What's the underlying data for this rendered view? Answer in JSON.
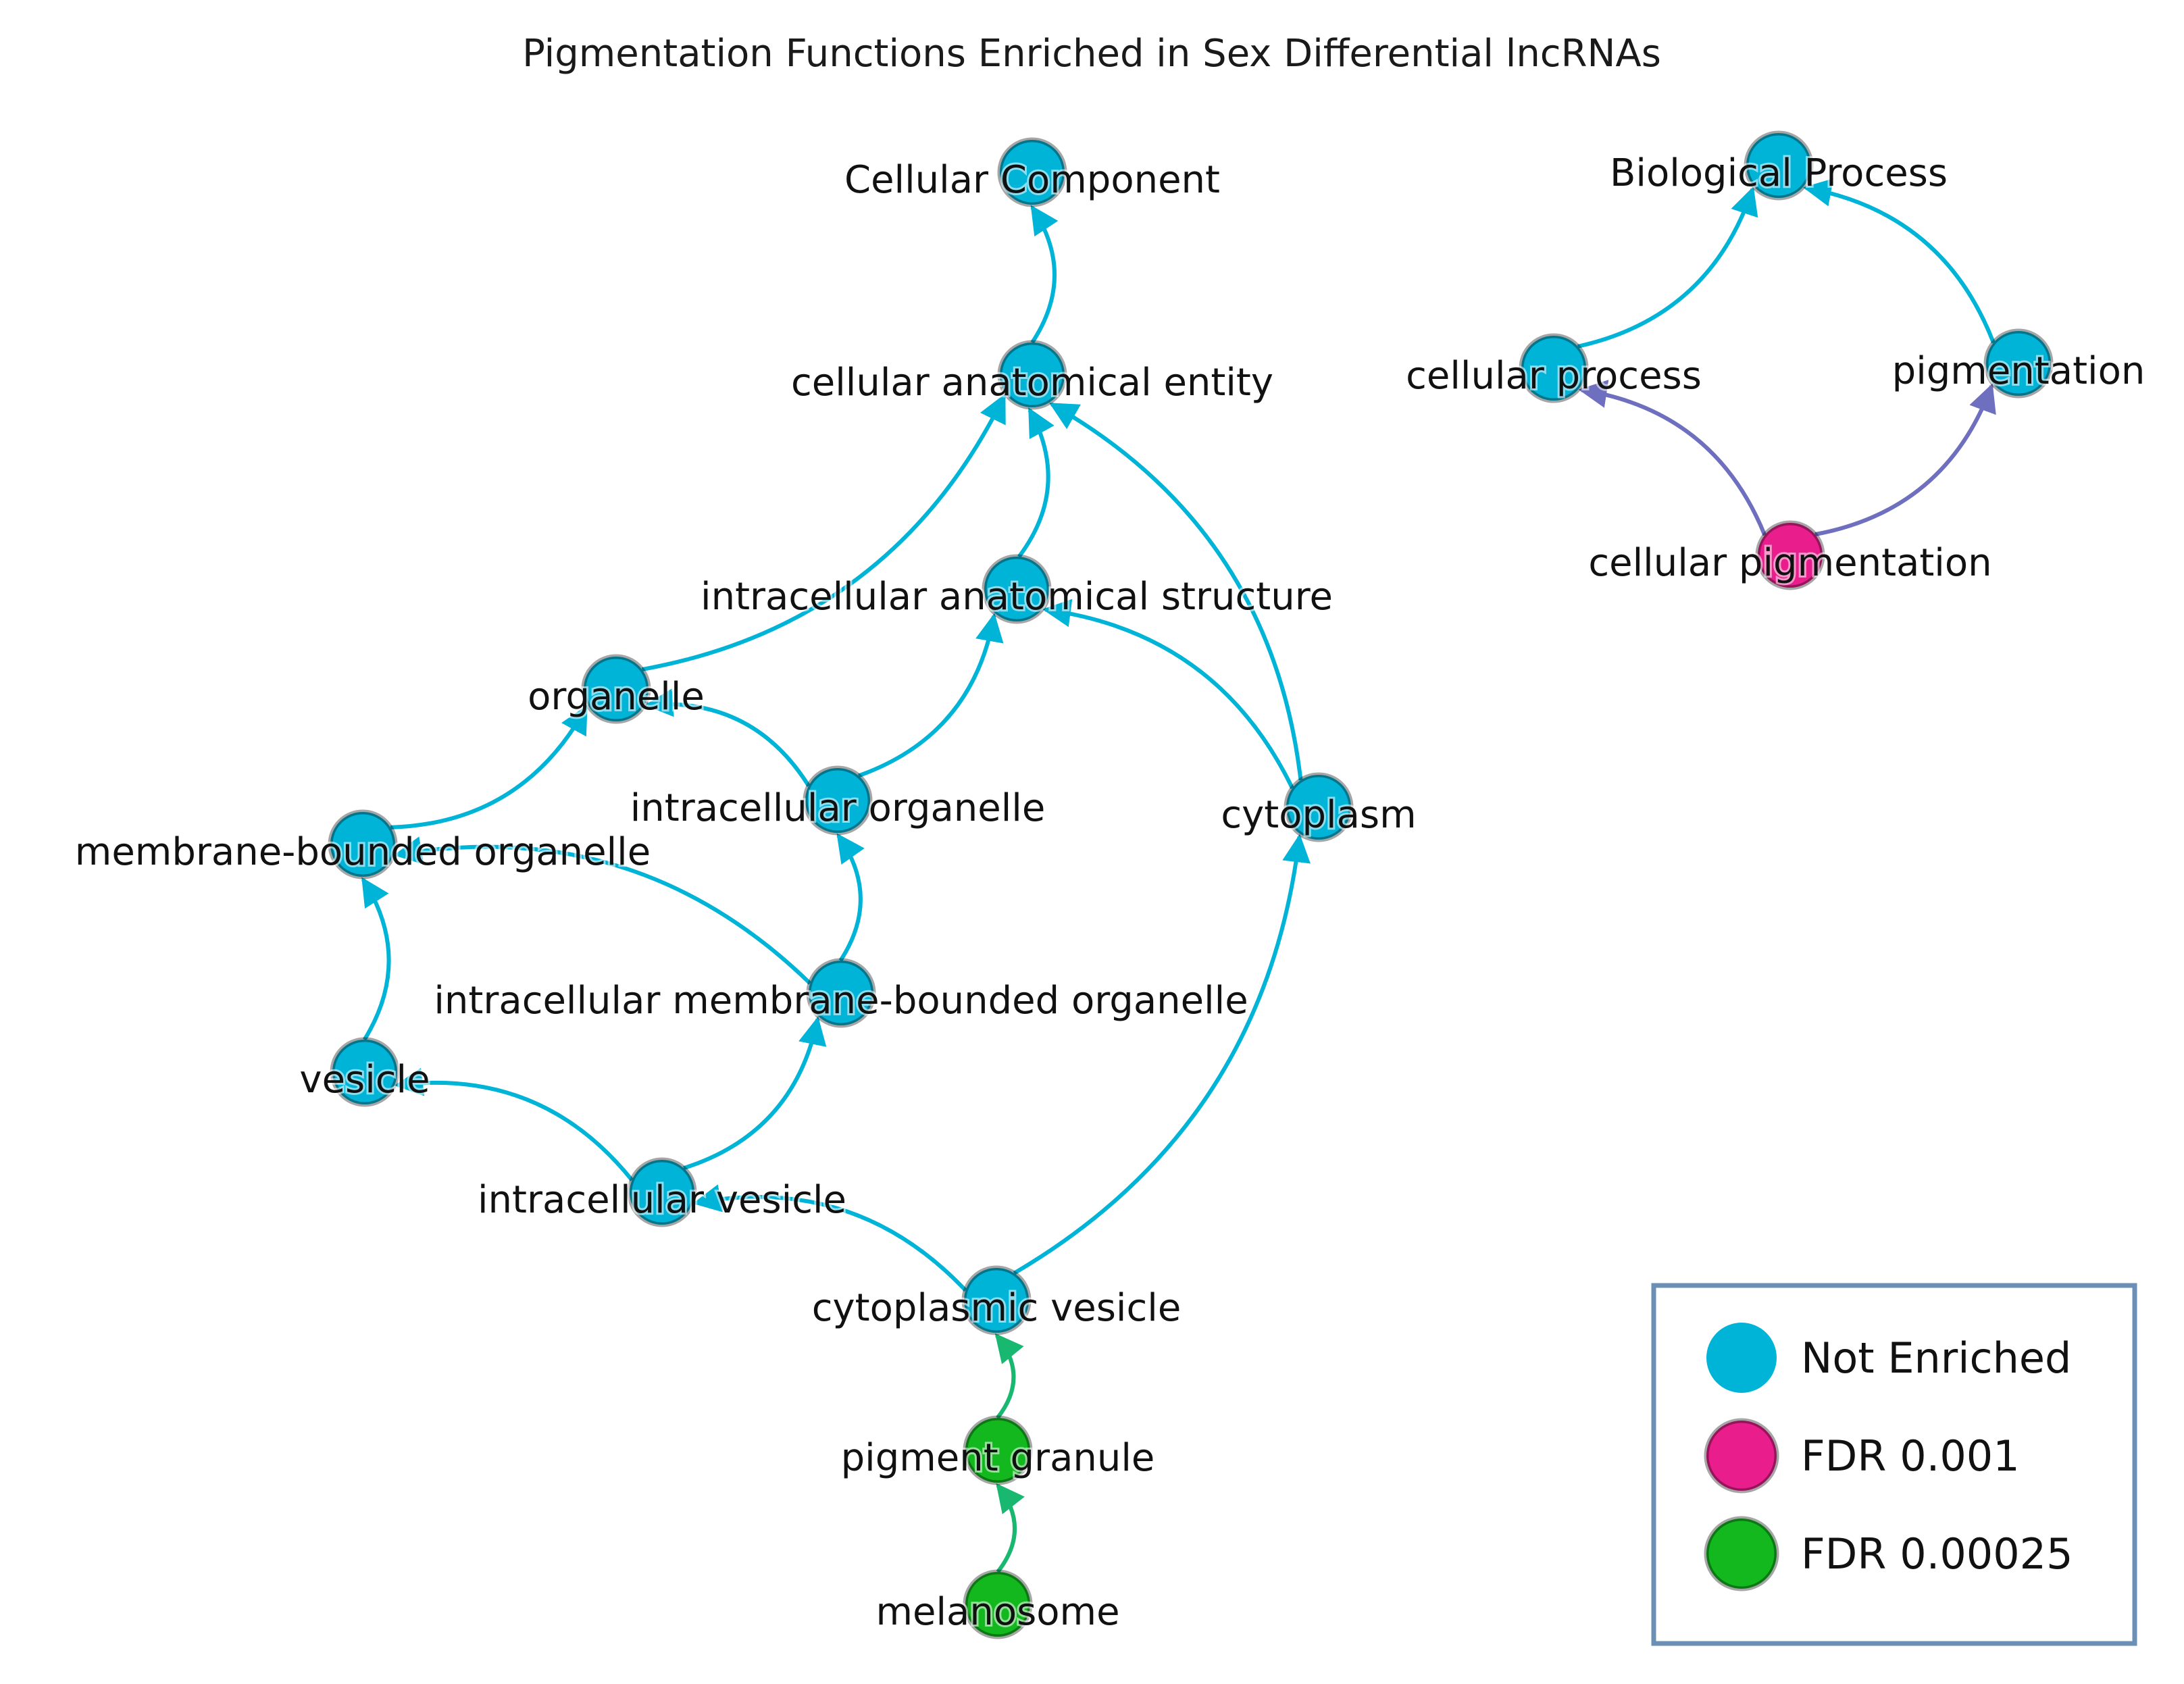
{
  "title": "Pigmentation Functions Enriched in Sex Differential lncRNAs",
  "colors": {
    "not_enriched": "#00b4d8",
    "fdr_0_001": "#e91e8c",
    "fdr_0_00025": "#12b81e",
    "legend_border": "#6b8fb5",
    "edge_purple": "#6f6fbf",
    "edge_green": "#18b870"
  },
  "legend": {
    "items": [
      {
        "label": "Not Enriched",
        "category": "not_enriched"
      },
      {
        "label": "FDR 0.001",
        "category": "fdr_0_001"
      },
      {
        "label": "FDR 0.00025",
        "category": "fdr_0_00025"
      }
    ]
  },
  "nodes": [
    {
      "id": "cc",
      "label": "Cellular Component",
      "category": "not_enriched"
    },
    {
      "id": "cae",
      "label": "cellular anatomical entity",
      "category": "not_enriched"
    },
    {
      "id": "ias",
      "label": "intracellular anatomical structure",
      "category": "not_enriched"
    },
    {
      "id": "org",
      "label": "organelle",
      "category": "not_enriched"
    },
    {
      "id": "io",
      "label": "intracellular organelle",
      "category": "not_enriched"
    },
    {
      "id": "cyto",
      "label": "cytoplasm",
      "category": "not_enriched"
    },
    {
      "id": "mbo",
      "label": "membrane-bounded organelle",
      "category": "not_enriched"
    },
    {
      "id": "imbo",
      "label": "intracellular membrane-bounded organelle",
      "category": "not_enriched"
    },
    {
      "id": "ves",
      "label": "vesicle",
      "category": "not_enriched"
    },
    {
      "id": "iv",
      "label": "intracellular vesicle",
      "category": "not_enriched"
    },
    {
      "id": "cv",
      "label": "cytoplasmic vesicle",
      "category": "not_enriched"
    },
    {
      "id": "pg",
      "label": "pigment granule",
      "category": "fdr_0_00025"
    },
    {
      "id": "mel",
      "label": "melanosome",
      "category": "fdr_0_00025"
    },
    {
      "id": "bp",
      "label": "Biological Process",
      "category": "not_enriched"
    },
    {
      "id": "cp",
      "label": "cellular process",
      "category": "not_enriched"
    },
    {
      "id": "pig",
      "label": "pigmentation",
      "category": "not_enriched"
    },
    {
      "id": "cpig",
      "label": "cellular pigmentation",
      "category": "fdr_0_001"
    }
  ],
  "edges": [
    {
      "from": "cae",
      "to": "cc"
    },
    {
      "from": "org",
      "to": "cae"
    },
    {
      "from": "ias",
      "to": "cae"
    },
    {
      "from": "cyto",
      "to": "cae"
    },
    {
      "from": "io",
      "to": "ias"
    },
    {
      "from": "cyto",
      "to": "ias"
    },
    {
      "from": "io",
      "to": "org"
    },
    {
      "from": "mbo",
      "to": "org"
    },
    {
      "from": "imbo",
      "to": "io"
    },
    {
      "from": "imbo",
      "to": "mbo"
    },
    {
      "from": "ves",
      "to": "mbo"
    },
    {
      "from": "iv",
      "to": "imbo"
    },
    {
      "from": "iv",
      "to": "ves"
    },
    {
      "from": "cv",
      "to": "iv"
    },
    {
      "from": "cv",
      "to": "cyto"
    },
    {
      "from": "pg",
      "to": "cv"
    },
    {
      "from": "mel",
      "to": "pg"
    },
    {
      "from": "cp",
      "to": "bp"
    },
    {
      "from": "pig",
      "to": "bp"
    },
    {
      "from": "cpig",
      "to": "cp"
    },
    {
      "from": "cpig",
      "to": "pig"
    }
  ]
}
